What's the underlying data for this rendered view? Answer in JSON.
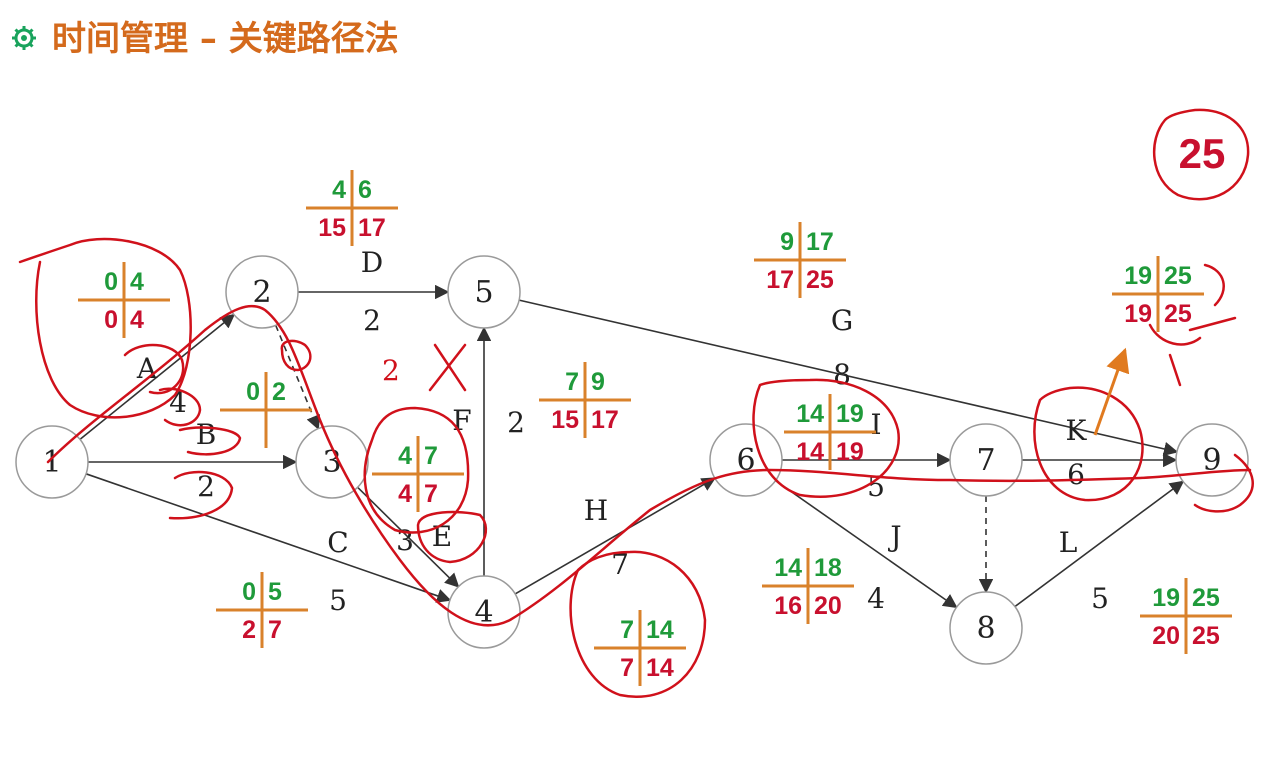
{
  "header": {
    "title": "时间管理 – 关键路径法",
    "bullet_icon": "gear-bullet-icon",
    "colors": {
      "title": "#d46a1c",
      "bullet": "#19a35c"
    }
  },
  "colors": {
    "early_times": "#1f9a3a",
    "late_times": "#c8102e",
    "cross": "#d9822b",
    "ink": "#d0111b",
    "highlight_arrow": "#e07a1f",
    "node_stroke": "#9a9a9a",
    "edge": "#333333"
  },
  "nodes": [
    {
      "id": "1",
      "label": "1"
    },
    {
      "id": "2",
      "label": "2"
    },
    {
      "id": "3",
      "label": "3"
    },
    {
      "id": "4",
      "label": "4"
    },
    {
      "id": "5",
      "label": "5"
    },
    {
      "id": "6",
      "label": "6"
    },
    {
      "id": "7",
      "label": "7"
    },
    {
      "id": "8",
      "label": "8"
    },
    {
      "id": "9",
      "label": "9"
    }
  ],
  "activities": [
    {
      "name": "A",
      "duration": "4",
      "from": "1",
      "to": "2"
    },
    {
      "name": "B",
      "duration": "2",
      "from": "1",
      "to": "3"
    },
    {
      "name": "C",
      "duration": "5",
      "from": "1",
      "to": "4"
    },
    {
      "name": "D",
      "duration": "2",
      "from": "2",
      "to": "5"
    },
    {
      "name": "E",
      "duration": "3",
      "from": "3",
      "to": "4"
    },
    {
      "name": "F",
      "duration": "2",
      "from": "4",
      "to": "5"
    },
    {
      "name": "G",
      "duration": "8",
      "from": "5",
      "to": "9"
    },
    {
      "name": "H",
      "duration": "7",
      "from": "4",
      "to": "6"
    },
    {
      "name": "I",
      "duration": "5",
      "from": "6",
      "to": "7"
    },
    {
      "name": "J",
      "duration": "4",
      "from": "6",
      "to": "8"
    },
    {
      "name": "K",
      "duration": "6",
      "from": "7",
      "to": "9"
    },
    {
      "name": "L",
      "duration": "5",
      "from": "8",
      "to": "9"
    }
  ],
  "dummies": [
    {
      "from": "2",
      "to": "3"
    },
    {
      "from": "7",
      "to": "8"
    }
  ],
  "time_grids": [
    {
      "activity": "A",
      "es": "0",
      "ef": "4",
      "ls": "0",
      "lf": "4"
    },
    {
      "activity": "B",
      "es": "0",
      "ef": "2",
      "ls": "",
      "lf": ""
    },
    {
      "activity": "C",
      "es": "0",
      "ef": "5",
      "ls": "2",
      "lf": "7"
    },
    {
      "activity": "D",
      "es": "4",
      "ef": "6",
      "ls": "15",
      "lf": "17"
    },
    {
      "activity": "E",
      "es": "4",
      "ef": "7",
      "ls": "4",
      "lf": "7"
    },
    {
      "activity": "F",
      "es": "7",
      "ef": "9",
      "ls": "15",
      "lf": "17"
    },
    {
      "activity": "G",
      "es": "9",
      "ef": "17",
      "ls": "17",
      "lf": "25"
    },
    {
      "activity": "H",
      "es": "7",
      "ef": "14",
      "ls": "7",
      "lf": "14"
    },
    {
      "activity": "I",
      "es": "14",
      "ef": "19",
      "ls": "14",
      "lf": "19"
    },
    {
      "activity": "J",
      "es": "14",
      "ef": "18",
      "ls": "16",
      "lf": "20"
    },
    {
      "activity": "K",
      "es": "19",
      "ef": "25",
      "ls": "19",
      "lf": "25"
    },
    {
      "activity": "L",
      "es": "19",
      "ef": "25",
      "ls": "20",
      "lf": "25"
    }
  ],
  "total_duration": "25",
  "annotations": {
    "handwritten_2": "2"
  }
}
